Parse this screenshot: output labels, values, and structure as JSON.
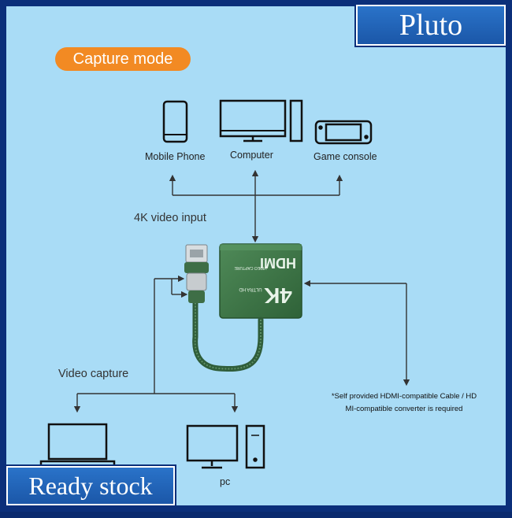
{
  "brand": {
    "name": "Pluto"
  },
  "badge": {
    "text": "Ready stock"
  },
  "mode": {
    "label": "Capture mode"
  },
  "sources": [
    {
      "label": "Mobile Phone",
      "icon": "mobile-phone-icon"
    },
    {
      "label": "Computer",
      "icon": "computer-icon"
    },
    {
      "label": "Game console",
      "icon": "game-console-icon"
    }
  ],
  "labels": {
    "input": "4K video input",
    "capture": "Video capture",
    "pc": "pc"
  },
  "device": {
    "brand_text": "HDMI",
    "resolution_text": "4K",
    "sub_text": "ULTRA HD",
    "type_text": "VIDEO CAPTURE"
  },
  "note": {
    "line1": "*Self provided HDMI-compatible Cable / HD",
    "line2": "MI-compatible converter is required"
  },
  "colors": {
    "background": "#a9dcf6",
    "frame": "#0b2f7a",
    "accent_orange": "#f28a23",
    "device_green": "#3f7a4a"
  }
}
